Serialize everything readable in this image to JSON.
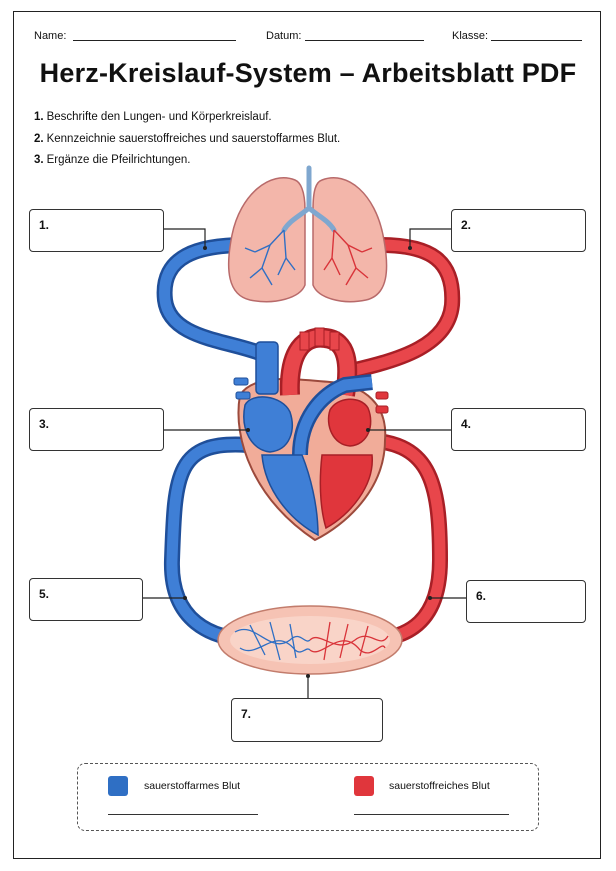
{
  "header": {
    "name_label": "Name:",
    "date_label": "Datum:",
    "class_label": "Klasse:"
  },
  "title": "Herz-Kreislauf-System – Arbeitsblatt PDF",
  "instructions": [
    {
      "num": "1.",
      "text": "Beschrifte den Lungen- und Körperkreislauf."
    },
    {
      "num": "2.",
      "text": "Kennzeichnie sauerstoffreiches und sauerstoffarmes Blut."
    },
    {
      "num": "3.",
      "text": "Ergänze die Pfeilrichtungen."
    }
  ],
  "label_boxes": [
    "1.",
    "2.",
    "3.",
    "4.",
    "5.",
    "6.",
    "7."
  ],
  "legend": {
    "poor_label": "sauerstoffarmes Blut",
    "rich_label": "sauerstoffreiches Blut",
    "poor_color": "#2f6fc4",
    "rich_color": "#e0363c"
  },
  "colors": {
    "oxygen_poor": "#2f6fc4",
    "oxygen_rich": "#e0363c",
    "tissue": "#f4b7a6"
  }
}
